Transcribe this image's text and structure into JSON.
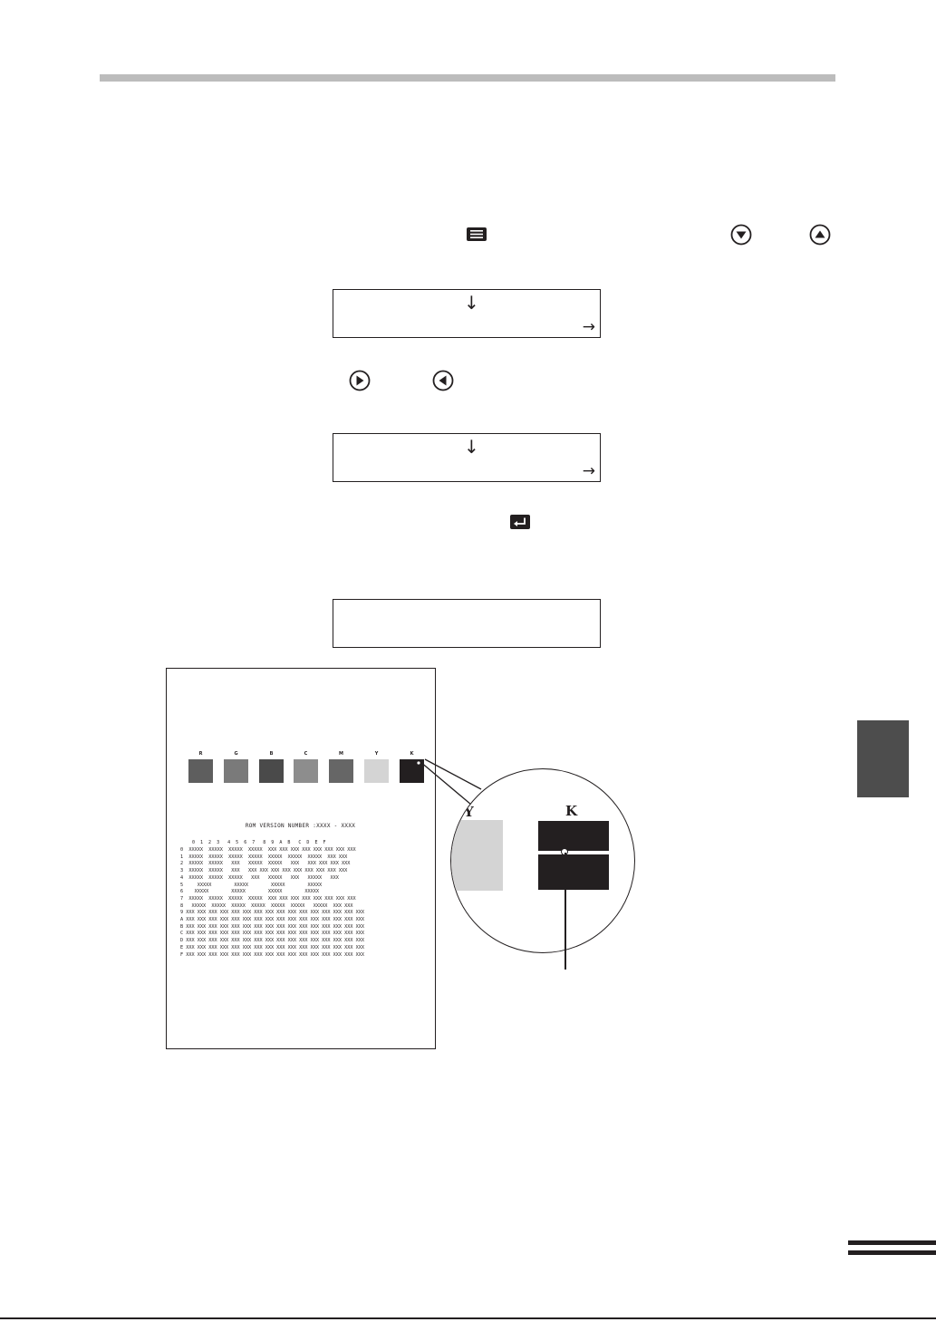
{
  "lcd_arrows": {
    "down": "↓",
    "right": "→"
  },
  "icons": {
    "menu": "menu-key-icon",
    "down": "down-key-icon",
    "up": "up-key-icon",
    "right": "right-key-icon",
    "left": "left-key-icon",
    "enter": "enter-key-icon"
  },
  "test_print": {
    "swatches": [
      {
        "label": "R",
        "color": "#5e5e5e"
      },
      {
        "label": "G",
        "color": "#7a7a7a"
      },
      {
        "label": "B",
        "color": "#4a4a4a"
      },
      {
        "label": "C",
        "color": "#8d8d8d"
      },
      {
        "label": "M",
        "color": "#666666"
      },
      {
        "label": "Y",
        "color": "#d4d4d4"
      },
      {
        "label": "K",
        "color": "#231f20"
      }
    ],
    "rom_line": "ROM VERSION NUMBER :XXXX - XXXX",
    "hex_header": "0  1  2  3   4  5  6  7   8  9  A  B   C  D  E  F",
    "hex_rows": [
      "0  XXXXX  XXXXX  XXXXX  XXXXX  XXX XXX XXX XXX XXX XXX XXX XXX",
      "1  XXXXX  XXXXX  XXXXX  XXXXX  XXXXX  XXXXX  XXXXX  XXX XXX",
      "2  XXXXX  XXXXX   XXX   XXXXX  XXXXX   XXX   XXX XXX XXX XXX",
      "3  XXXXX  XXXXX   XXX   XXX XXX XXX XXX XXX XXX XXX XXX XXX",
      "4  XXXXX  XXXXX  XXXXX   XXX   XXXXX   XXX   XXXXX   XXX",
      "5     XXXXX        XXXXX        XXXXX        XXXXX",
      "6    XXXXX        XXXXX        XXXXX        XXXXX",
      "7  XXXXX  XXXXX  XXXXX  XXXXX  XXX XXX XXX XXX XXX XXX XXX XXX",
      "8   XXXXX  XXXXX  XXXXX  XXXXX  XXXXX  XXXXX   XXXXX  XXX XXX",
      "9 XXX XXX XXX XXX XXX XXX XXX XXX XXX XXX XXX XXX XXX XXX XXX XXX",
      "A XXX XXX XXX XXX XXX XXX XXX XXX XXX XXX XXX XXX XXX XXX XXX XXX",
      "B XXX XXX XXX XXX XXX XXX XXX XXX XXX XXX XXX XXX XXX XXX XXX XXX",
      "C XXX XXX XXX XXX XXX XXX XXX XXX XXX XXX XXX XXX XXX XXX XXX XXX",
      "D XXX XXX XXX XXX XXX XXX XXX XXX XXX XXX XXX XXX XXX XXX XXX XXX",
      "E XXX XXX XXX XXX XXX XXX XXX XXX XXX XXX XXX XXX XXX XXX XXX XXX",
      "F XXX XXX XXX XXX XXX XXX XXX XXX XXX XXX XXX XXX XXX XXX XXX XXX"
    ]
  },
  "magnifier": {
    "left_label": "Y",
    "right_label": "K",
    "y_color": "#d4d4d4",
    "k_color": "#231f20"
  },
  "colors": {
    "top_rule": "#bcbcbc",
    "side_tab": "#4d4d4d",
    "ink": "#231f20"
  }
}
